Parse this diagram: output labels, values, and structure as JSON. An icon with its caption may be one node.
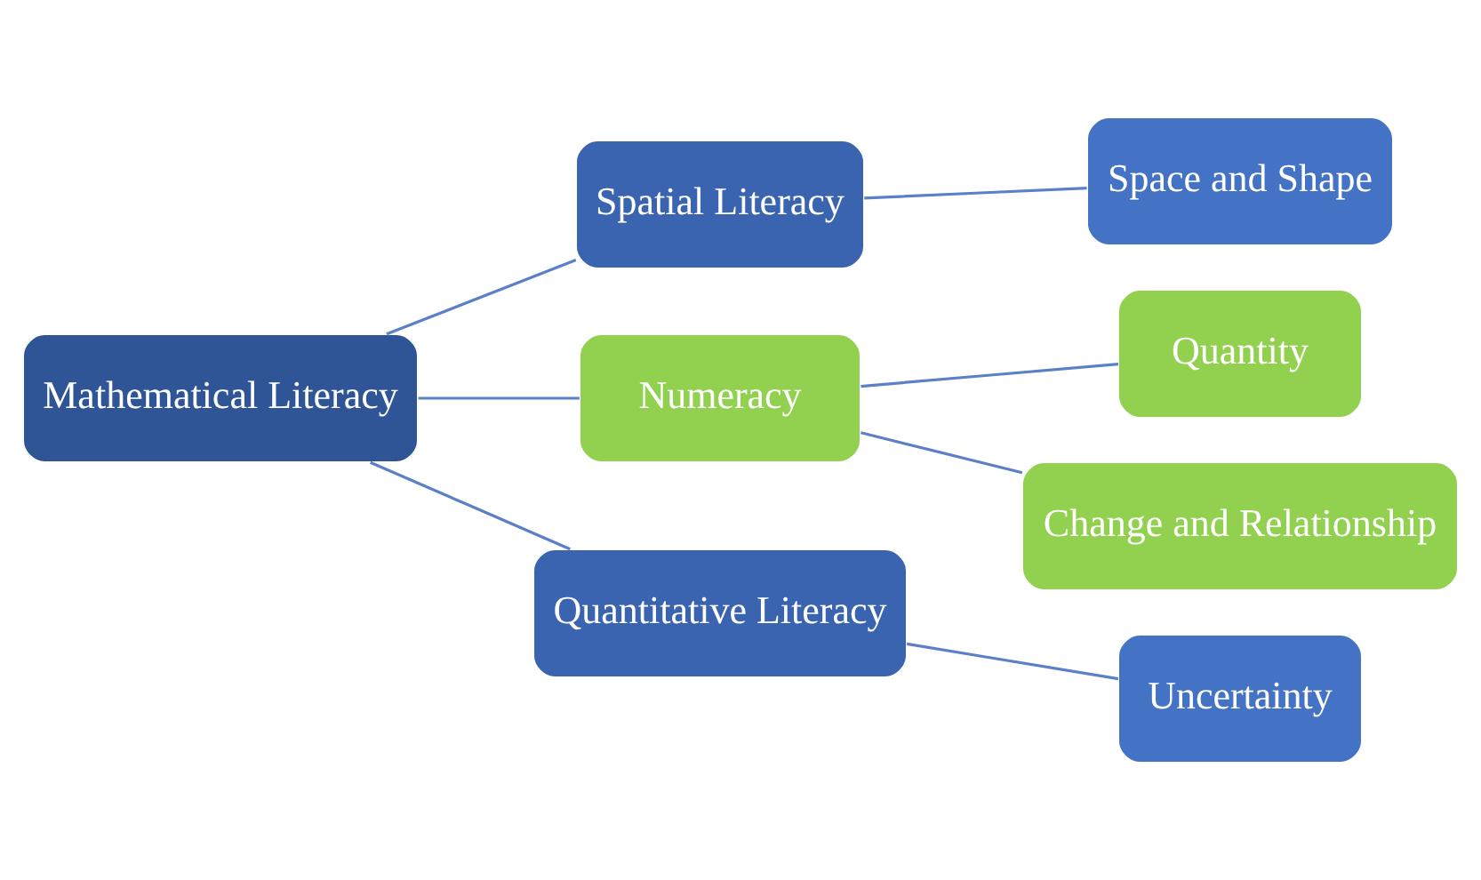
{
  "diagram": {
    "nodes": [
      {
        "text": [
          "Mathematical Literacy"
        ]
      },
      {
        "text": [
          "Spatial Literacy"
        ]
      },
      {
        "text": [
          "Space and Shape"
        ]
      },
      {
        "text": [
          "Numeracy"
        ]
      },
      {
        "text": [
          "Quantity"
        ]
      },
      {
        "text": [
          "Change and Relationship"
        ]
      },
      {
        "text": [
          "Quantitative Literacy"
        ]
      },
      {
        "text": [
          "Uncertainty"
        ]
      }
    ],
    "edges": [
      {
        "from": 0,
        "to": 1,
        "arrow": "none"
      },
      {
        "from": 0,
        "to": 3,
        "arrow": "none"
      },
      {
        "from": 0,
        "to": 6,
        "arrow": "none"
      },
      {
        "from": 1,
        "to": 2,
        "arrow": "none"
      },
      {
        "from": 3,
        "to": 4,
        "arrow": "none"
      },
      {
        "from": 3,
        "to": 5,
        "arrow": "none"
      },
      {
        "from": 6,
        "to": 7,
        "arrow": "none"
      }
    ]
  }
}
